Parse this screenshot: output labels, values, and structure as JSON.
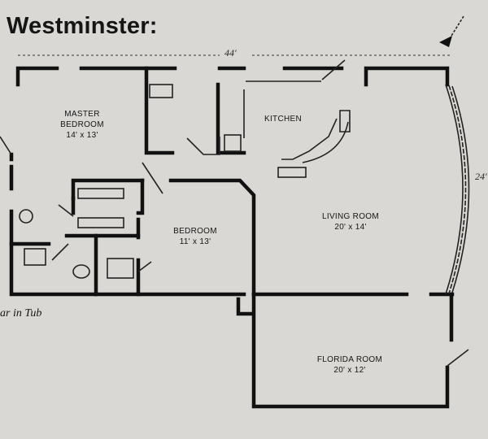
{
  "plan": {
    "title": "Westminster:",
    "width_dimension": "44'",
    "depth_dimension": "24'",
    "note": "ar in Tub"
  },
  "rooms": {
    "master": {
      "name_line1": "MASTER",
      "name_line2": "BEDROOM",
      "size": "14' x 13'"
    },
    "kitchen": {
      "name": "KITCHEN"
    },
    "bedroom": {
      "name": "BEDROOM",
      "size": "11' x 13'"
    },
    "living": {
      "name": "LIVING ROOM",
      "size": "20' x 14'"
    },
    "florida": {
      "name": "FLORIDA ROOM",
      "size": "20' x 12'"
    }
  }
}
